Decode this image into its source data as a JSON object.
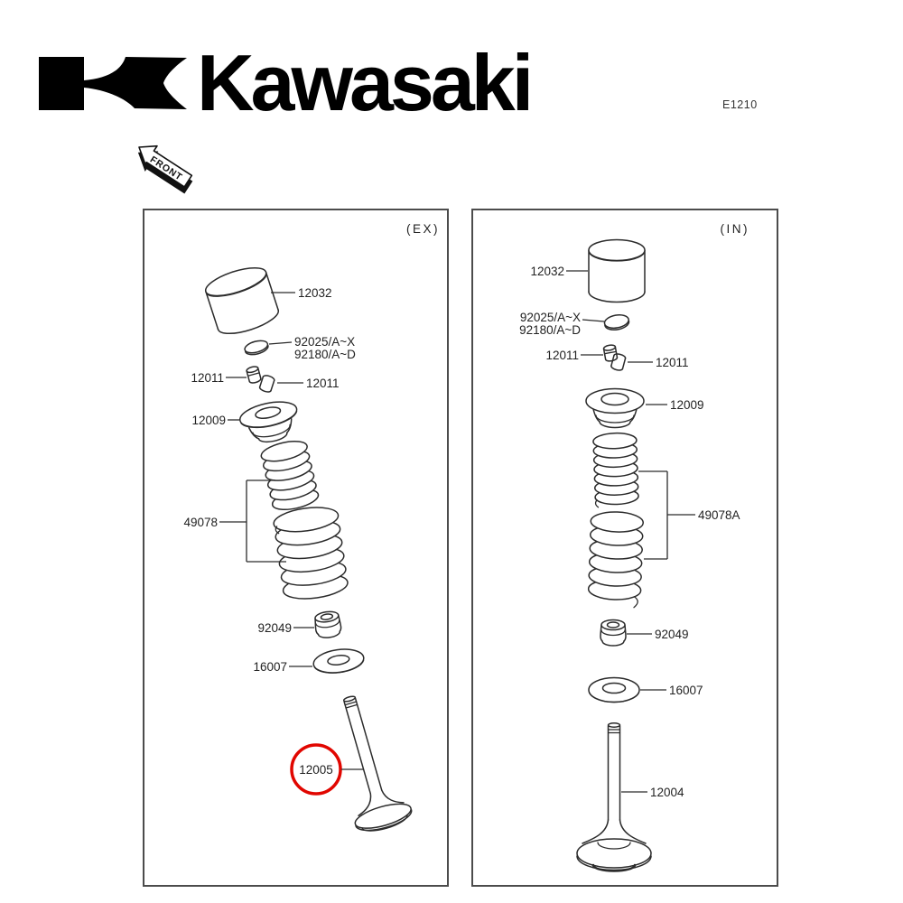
{
  "header": {
    "brand": "Kawasaki",
    "doc_code": "E1210",
    "front_label": "FRONT"
  },
  "panels": {
    "ex": {
      "title": "(EX)",
      "labels": {
        "tappet": "12032",
        "shim_a": "92025/A~X",
        "shim_b": "92180/A~D",
        "keeper_left": "12011",
        "keeper_right": "12011",
        "retainer": "12009",
        "springs": "49078",
        "seal": "92049",
        "washer": "16007",
        "valve": "12005"
      }
    },
    "in": {
      "title": "(IN)",
      "labels": {
        "tappet": "12032",
        "shim_a": "92025/A~X",
        "shim_b": "92180/A~D",
        "keeper_left": "12011",
        "keeper_right": "12011",
        "retainer": "12009",
        "springs": "49078A",
        "seal": "92049",
        "washer": "16007",
        "valve": "12004"
      }
    }
  },
  "colors": {
    "line": "#2b2b2b",
    "highlight": "#e10600"
  }
}
